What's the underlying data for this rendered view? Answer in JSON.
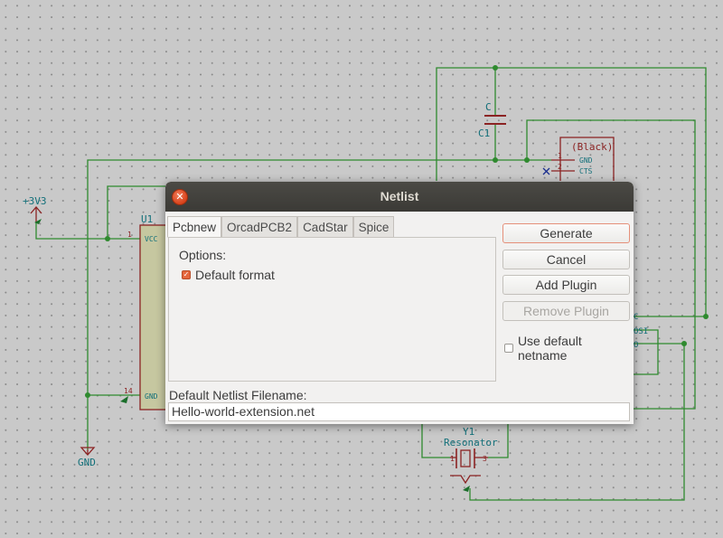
{
  "colors": {
    "canvas": "#c9c9c9",
    "wire": "#2f8a2f",
    "component": "#8b2323",
    "label": "#13707a",
    "ic_body": "#c6c7a0",
    "accent": "#e5673d"
  },
  "schematic": {
    "power_label": "+3V3",
    "ground_label": "GND",
    "u1": {
      "ref": "U1",
      "vcc_pin": "VCC",
      "gnd_pin": "GND",
      "pin1": "1",
      "pin14": "14"
    },
    "c1": {
      "value": "C",
      "ref": "C1"
    },
    "connector": {
      "name": "(Black)",
      "pin_gnd": "GND",
      "pin_cts": "CTS",
      "pin1": "1",
      "pin2": "2"
    },
    "resonator": {
      "ref": "Y1",
      "value": "Resonator",
      "pin1": "1",
      "pin3": "3"
    },
    "side_pins": {
      "a": "C",
      "b": "OSI",
      "c": "O"
    }
  },
  "dialog": {
    "title": "Netlist",
    "close_icon": "close-icon",
    "tabs": [
      {
        "label": "Pcbnew",
        "active": true
      },
      {
        "label": "OrcadPCB2",
        "active": false
      },
      {
        "label": "CadStar",
        "active": false
      },
      {
        "label": "Spice",
        "active": false
      }
    ],
    "options_label": "Options:",
    "default_format": {
      "label": "Default format",
      "checked": true
    },
    "buttons": {
      "generate": "Generate",
      "cancel": "Cancel",
      "add_plugin": "Add Plugin",
      "remove_plugin": "Remove Plugin"
    },
    "use_default_netname": {
      "label": "Use default netname",
      "checked": false
    },
    "filename_label": "Default Netlist Filename:",
    "filename_value": "Hello-world-extension.net"
  }
}
